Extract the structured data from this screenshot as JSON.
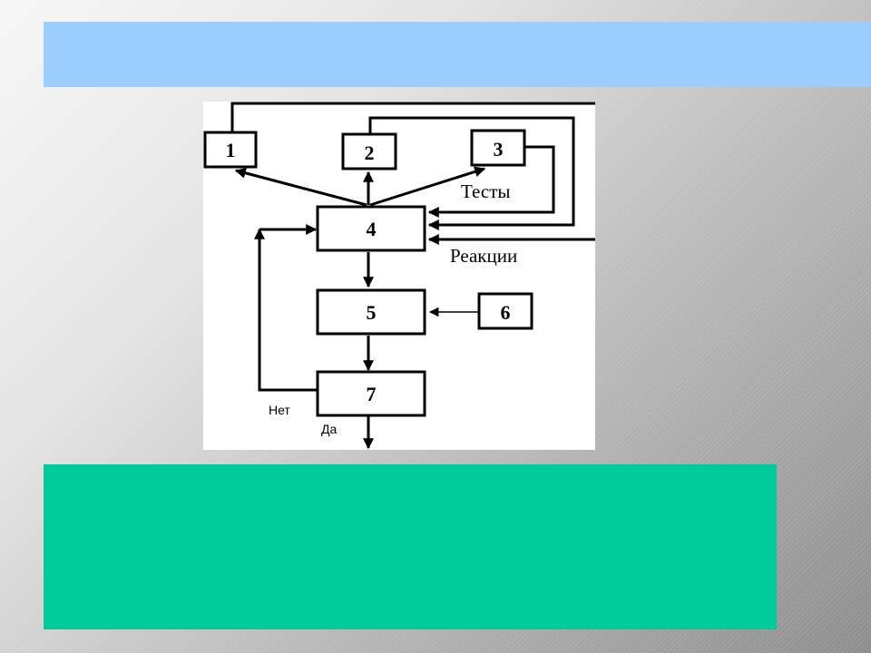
{
  "diagram": {
    "blocks": {
      "b1": "1",
      "b2": "2",
      "b3": "3",
      "b4": "4",
      "b5": "5",
      "b6": "6",
      "b7": "7"
    },
    "labels": {
      "tests": "Тесты",
      "reactions": "Реакции",
      "no": "Нет",
      "yes": "Да"
    }
  },
  "colors": {
    "title_bar": "#99ccff",
    "content_box": "#00cc99",
    "diagram_background": "#ffffff"
  }
}
